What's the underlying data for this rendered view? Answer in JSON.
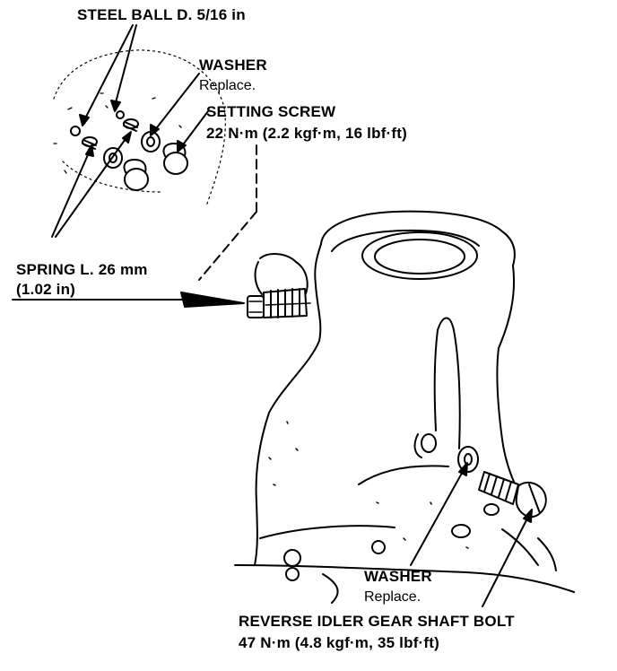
{
  "labels": {
    "steel_ball": "STEEL BALL D. 5/16 in",
    "washer_top": "WASHER",
    "washer_top_note": "Replace.",
    "setting_screw": "SETTING SCREW",
    "setting_screw_torque": "22 N·m (2.2 kgf·m, 16 lbf·ft)",
    "spring": "SPRING L. 26 mm",
    "spring_alt": "(1.02 in)",
    "washer_bottom": "WASHER",
    "washer_bottom_note": "Replace.",
    "reverse_bolt": "REVERSE IDLER GEAR SHAFT BOLT",
    "reverse_bolt_torque": "47 N·m (4.8 kgf·m, 35 lbf·ft)"
  },
  "colors": {
    "ink": "#000000",
    "paper": "#ffffff"
  }
}
